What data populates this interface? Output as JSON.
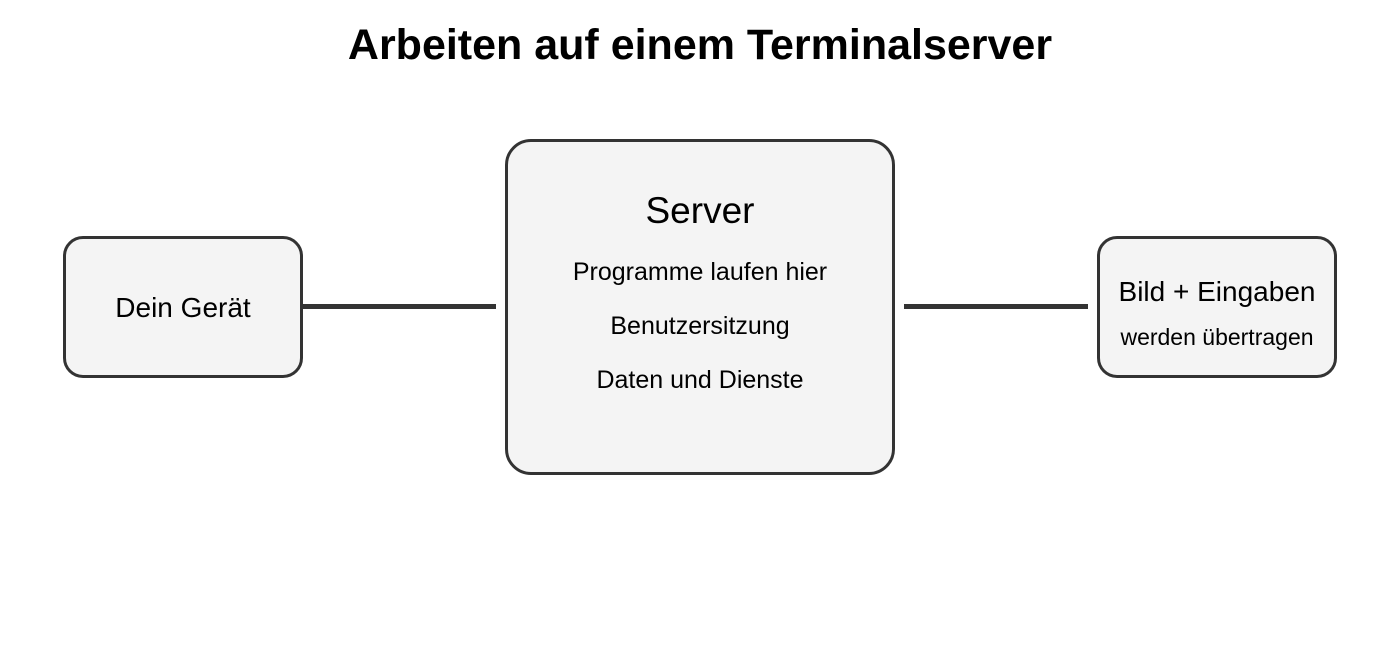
{
  "title": "Arbeiten auf einem Terminalserver",
  "nodes": {
    "device": {
      "label": "Dein Gerät"
    },
    "server": {
      "title": "Server",
      "lines": [
        "Programme laufen hier",
        "Benutzersitzung",
        "Daten und Dienste"
      ]
    },
    "transfer": {
      "title": "Bild + Eingaben",
      "subtitle": "werden übertragen"
    }
  },
  "colors": {
    "box_fill": "#f4f4f4",
    "stroke": "#333333",
    "text": "#000000",
    "background": "#ffffff"
  }
}
